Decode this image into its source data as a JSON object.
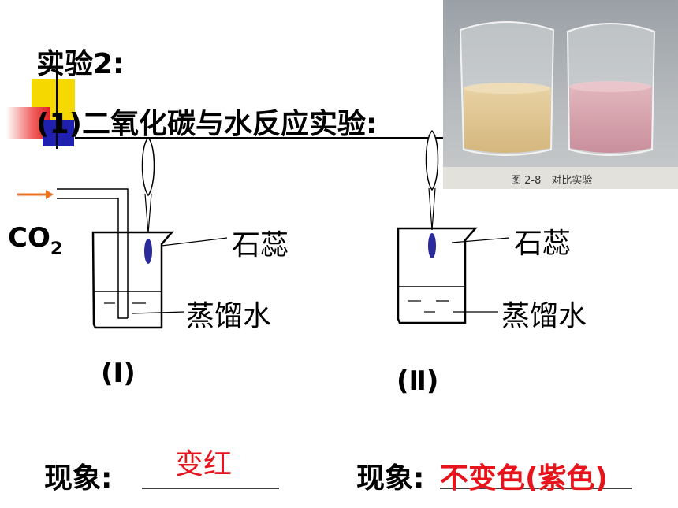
{
  "slide": {
    "experiment_title": "实验2:",
    "section_heading": "(1)二氧化碳与水反应实验:",
    "gas_label_main": "CO",
    "gas_label_sub": "2",
    "beaker1": {
      "label_indicator": "石蕊",
      "label_water": "蒸馏水",
      "caption": "(Ⅰ)"
    },
    "beaker2": {
      "label_indicator": "石蕊",
      "label_water": "蒸馏水",
      "caption": "(Ⅱ)"
    },
    "observation1": {
      "label": "现象:",
      "answer": "变红"
    },
    "observation2": {
      "label": "现象:",
      "answer": "不变色(紫色)"
    },
    "photo_caption": "图 2-8　对比实验",
    "colors": {
      "answer": "#e8141b",
      "arrow": "#f07020",
      "indicator": "#2a2a9a",
      "deco_yellow": "#f5d800",
      "deco_red": "#e02020",
      "deco_blue": "#2020b0"
    }
  }
}
